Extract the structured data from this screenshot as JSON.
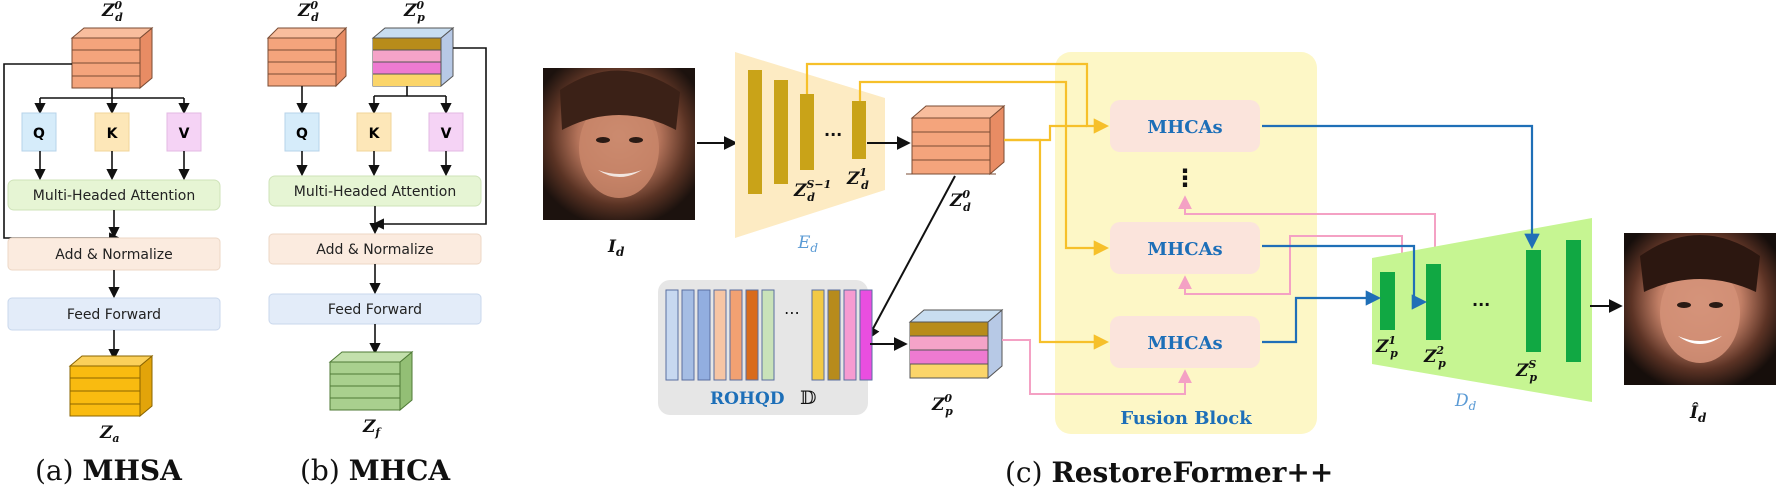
{
  "panels": {
    "mhsa": {
      "input_label": "Z_d^0",
      "q": "Q",
      "k": "K",
      "v": "V",
      "attention": "Multi-Headed Attention",
      "add_norm": "Add &  Normalize",
      "feed_forward": "Feed Forward",
      "output_label": "Z_a",
      "caption_prefix": "(a)",
      "caption_bold": "MHSA"
    },
    "mhca": {
      "input_left_label": "Z_d^0",
      "input_right_label": "Z_p^0",
      "q": "Q",
      "k": "K",
      "v": "V",
      "attention": "Multi-Headed Attention",
      "add_norm": "Add &  Normalize",
      "feed_forward": "Feed Forward",
      "output_label": "Z_f",
      "caption_prefix": "(b)",
      "caption_bold": "MHCA"
    },
    "restoreformer": {
      "input_label": "I_d",
      "encoder_label": "E_d",
      "enc_feat_s1": "Z_d^{S−1}",
      "enc_feat_1": "Z_d^1",
      "dots": "...",
      "zd0_label": "Z_d^0",
      "zp0_label": "Z_p^0",
      "rohqd_label": "ROHQD",
      "dict_symbol": "𝔻",
      "mhcas": [
        "MHCAs",
        "MHCAs",
        "MHCAs"
      ],
      "vertical_dots": "⋮",
      "fusion_label": "Fusion Block",
      "decoder_label": "D_d",
      "dec_feat_1": "Z_p^1",
      "dec_feat_2": "Z_p^2",
      "dec_feat_s": "Z_p^S",
      "output_label": "Î_d",
      "caption_prefix": "(c)",
      "caption_bold": "RestoreFormer++"
    }
  },
  "colors": {
    "orange_cube": "#f4a47c",
    "yellow_cube": "#f9bb10",
    "green_cube": "#a9d08e",
    "q_box": "#d6ecfa",
    "k_box": "#fde7b8",
    "v_box": "#f5d3f5",
    "attention_box": "#e6f5d4",
    "add_norm_box": "#fbebdf",
    "feed_forward_box": "#e3ecf9",
    "encoder_fill": "#fdebc3",
    "encoder_bars": "#c9a318",
    "decoder_fill": "#c6f592",
    "decoder_bars": "#11a843",
    "fusion_fill": "#fdf7c6",
    "mhcas_box": "#fbe4dc",
    "mhcas_text": "#1d6fb8",
    "rohqd_fill": "#e6e6e6",
    "arrow_blue": "#1f6fb7",
    "arrow_yellow": "#f6c02a",
    "arrow_pink": "#f4a1c4"
  },
  "codebook_colors": [
    "#c7d8f0",
    "#a5bde4",
    "#92aee0",
    "#f7c5a4",
    "#f2a172",
    "#d96b1c",
    "#c9e2b9",
    "#f2c945",
    "#b78b1c",
    "#f69bd1",
    "#e94ee0"
  ]
}
